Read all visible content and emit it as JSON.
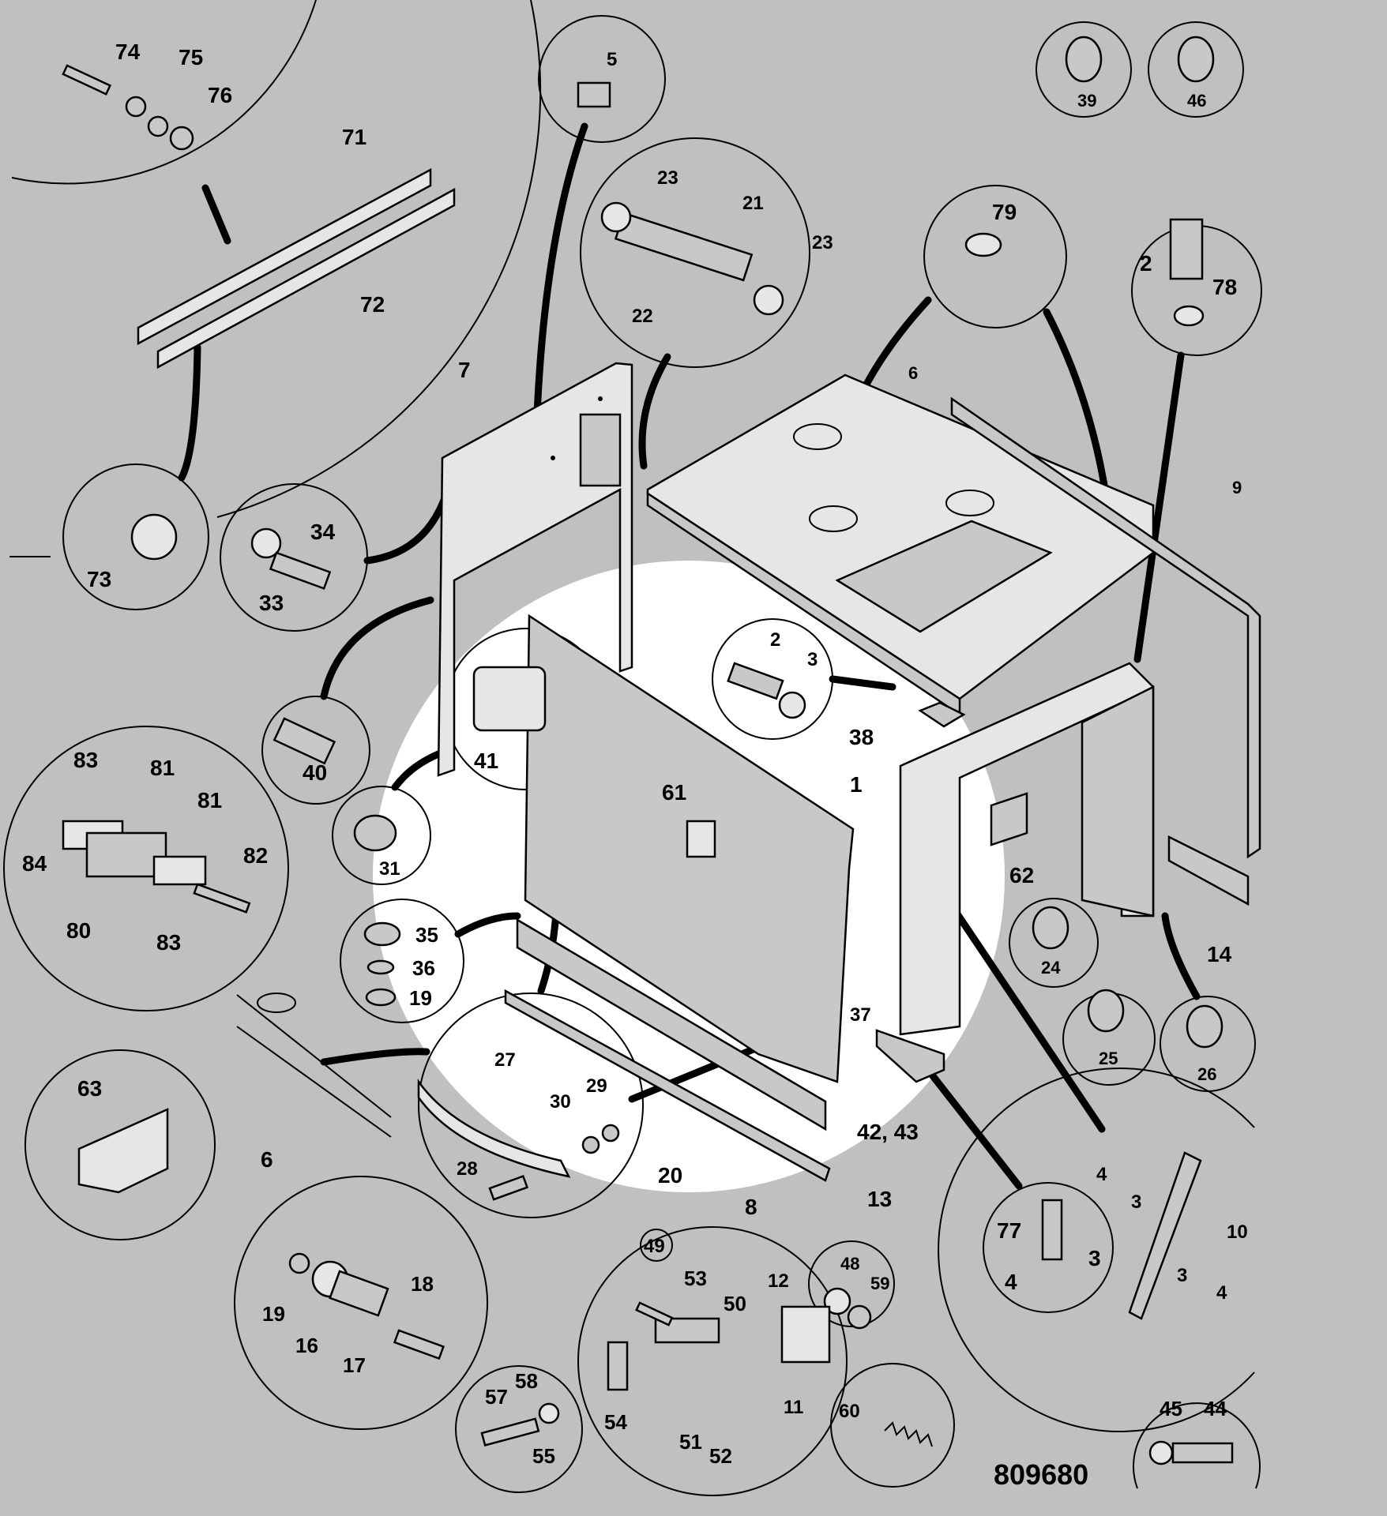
{
  "figure": {
    "drawing_number": "809680",
    "colors": {
      "background": "#c0c0c0",
      "highlight": "#ffffff",
      "ink": "#000000"
    }
  },
  "callouts": [
    {
      "id": "c74",
      "text": "74"
    },
    {
      "id": "c75",
      "text": "75"
    },
    {
      "id": "c76",
      "text": "76"
    },
    {
      "id": "c71",
      "text": "71"
    },
    {
      "id": "c72",
      "text": "72"
    },
    {
      "id": "c73",
      "text": "73"
    },
    {
      "id": "c5",
      "text": "5"
    },
    {
      "id": "c23a",
      "text": "23"
    },
    {
      "id": "c21",
      "text": "21"
    },
    {
      "id": "c23b",
      "text": "23"
    },
    {
      "id": "c22",
      "text": "22"
    },
    {
      "id": "c39",
      "text": "39"
    },
    {
      "id": "c46",
      "text": "46"
    },
    {
      "id": "c79",
      "text": "79"
    },
    {
      "id": "c2a",
      "text": "2"
    },
    {
      "id": "c78",
      "text": "78"
    },
    {
      "id": "c7",
      "text": "7"
    },
    {
      "id": "c6a",
      "text": "6"
    },
    {
      "id": "c9",
      "text": "9"
    },
    {
      "id": "c34",
      "text": "34"
    },
    {
      "id": "c33",
      "text": "33"
    },
    {
      "id": "c40",
      "text": "40"
    },
    {
      "id": "c2b",
      "text": "2"
    },
    {
      "id": "c3a",
      "text": "3"
    },
    {
      "id": "c38",
      "text": "38"
    },
    {
      "id": "c41",
      "text": "41"
    },
    {
      "id": "c83a",
      "text": "83"
    },
    {
      "id": "c81a",
      "text": "81"
    },
    {
      "id": "c81b",
      "text": "81"
    },
    {
      "id": "c84",
      "text": "84"
    },
    {
      "id": "c82",
      "text": "82"
    },
    {
      "id": "c80",
      "text": "80"
    },
    {
      "id": "c83b",
      "text": "83"
    },
    {
      "id": "c31",
      "text": "31"
    },
    {
      "id": "c61",
      "text": "61"
    },
    {
      "id": "c1",
      "text": "1"
    },
    {
      "id": "c62",
      "text": "62"
    },
    {
      "id": "c14",
      "text": "14"
    },
    {
      "id": "c35",
      "text": "35"
    },
    {
      "id": "c36",
      "text": "36"
    },
    {
      "id": "c19a",
      "text": "19"
    },
    {
      "id": "c24",
      "text": "24"
    },
    {
      "id": "c37",
      "text": "37"
    },
    {
      "id": "c25",
      "text": "25"
    },
    {
      "id": "c26",
      "text": "26"
    },
    {
      "id": "c63",
      "text": "63"
    },
    {
      "id": "c27",
      "text": "27"
    },
    {
      "id": "c29",
      "text": "29"
    },
    {
      "id": "c30",
      "text": "30"
    },
    {
      "id": "c6b",
      "text": "6"
    },
    {
      "id": "c4a",
      "text": "4"
    },
    {
      "id": "c3b",
      "text": "3"
    },
    {
      "id": "c42",
      "text": "42, 43"
    },
    {
      "id": "c28",
      "text": "28"
    },
    {
      "id": "c20",
      "text": "20"
    },
    {
      "id": "c8",
      "text": "8"
    },
    {
      "id": "c13",
      "text": "13"
    },
    {
      "id": "c10",
      "text": "10"
    },
    {
      "id": "c77",
      "text": "77"
    },
    {
      "id": "c3c",
      "text": "3"
    },
    {
      "id": "c4b",
      "text": "4"
    },
    {
      "id": "c49",
      "text": "49"
    },
    {
      "id": "c53",
      "text": "53"
    },
    {
      "id": "c12",
      "text": "12"
    },
    {
      "id": "c48",
      "text": "48"
    },
    {
      "id": "c59",
      "text": "59"
    },
    {
      "id": "c18",
      "text": "18"
    },
    {
      "id": "c19b",
      "text": "19"
    },
    {
      "id": "c16",
      "text": "16"
    },
    {
      "id": "c17",
      "text": "17"
    },
    {
      "id": "c50",
      "text": "50"
    },
    {
      "id": "c3d",
      "text": "3"
    },
    {
      "id": "c4c",
      "text": "4"
    },
    {
      "id": "c11",
      "text": "11"
    },
    {
      "id": "c58",
      "text": "58"
    },
    {
      "id": "c57",
      "text": "57"
    },
    {
      "id": "c55",
      "text": "55"
    },
    {
      "id": "c54",
      "text": "54"
    },
    {
      "id": "c51",
      "text": "51"
    },
    {
      "id": "c52",
      "text": "52"
    },
    {
      "id": "c60",
      "text": "60"
    },
    {
      "id": "c45",
      "text": "45"
    },
    {
      "id": "c44",
      "text": "44"
    }
  ]
}
